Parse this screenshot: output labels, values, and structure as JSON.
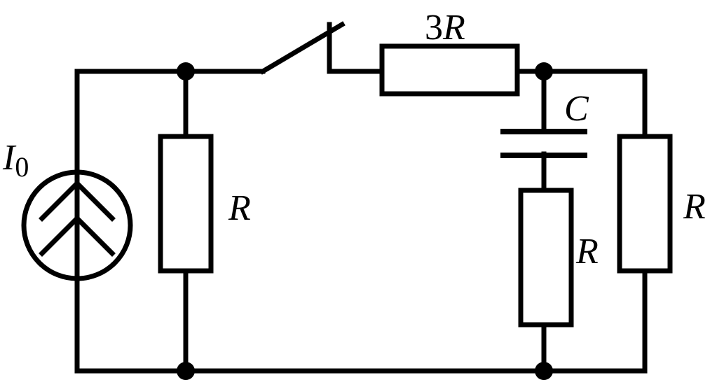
{
  "labels": {
    "source_symbol": "I",
    "source_subscript": "0",
    "resistor_left": "R",
    "resistor_top_coef": "3",
    "resistor_top_sym": "R",
    "capacitor": "C",
    "resistor_mid": "R",
    "resistor_right": "R"
  }
}
